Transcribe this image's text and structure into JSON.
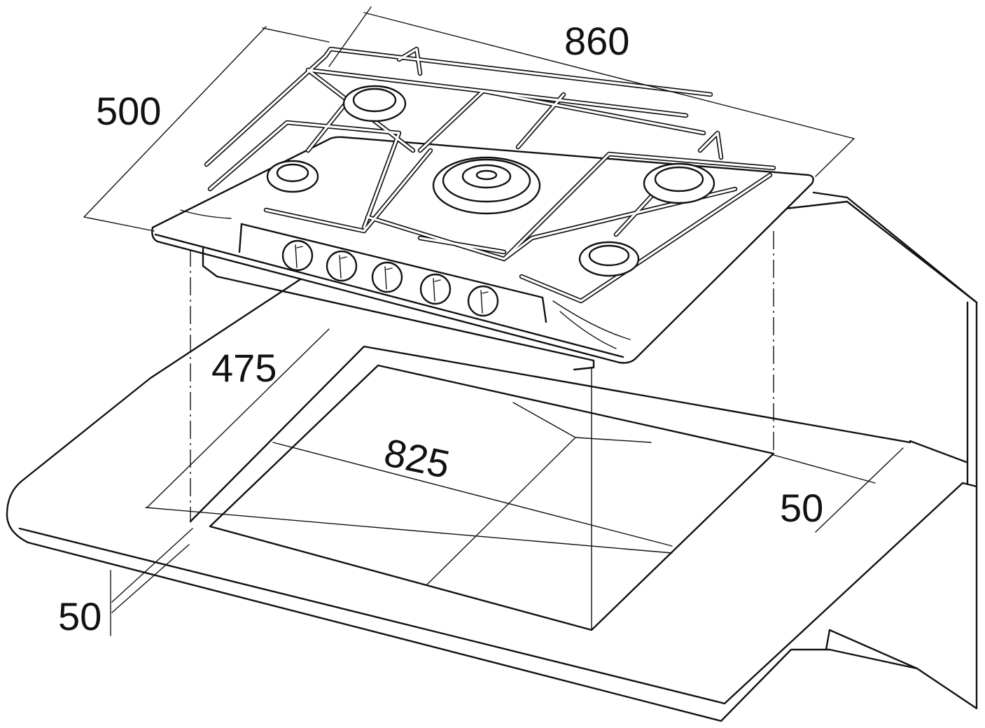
{
  "dimensions": {
    "hob_width": "860",
    "hob_depth": "500",
    "cutout_depth": "475",
    "cutout_width": "825",
    "rear_clearance": "50",
    "front_clearance": "50"
  },
  "colors": {
    "line": "#111111",
    "background": "#ffffff"
  },
  "appliance": {
    "burners": 5,
    "control_knobs": 5,
    "icons": [
      "pan-support-grate-icon",
      "gas-burner-icon",
      "wok-burner-icon",
      "control-knob-icon"
    ]
  }
}
